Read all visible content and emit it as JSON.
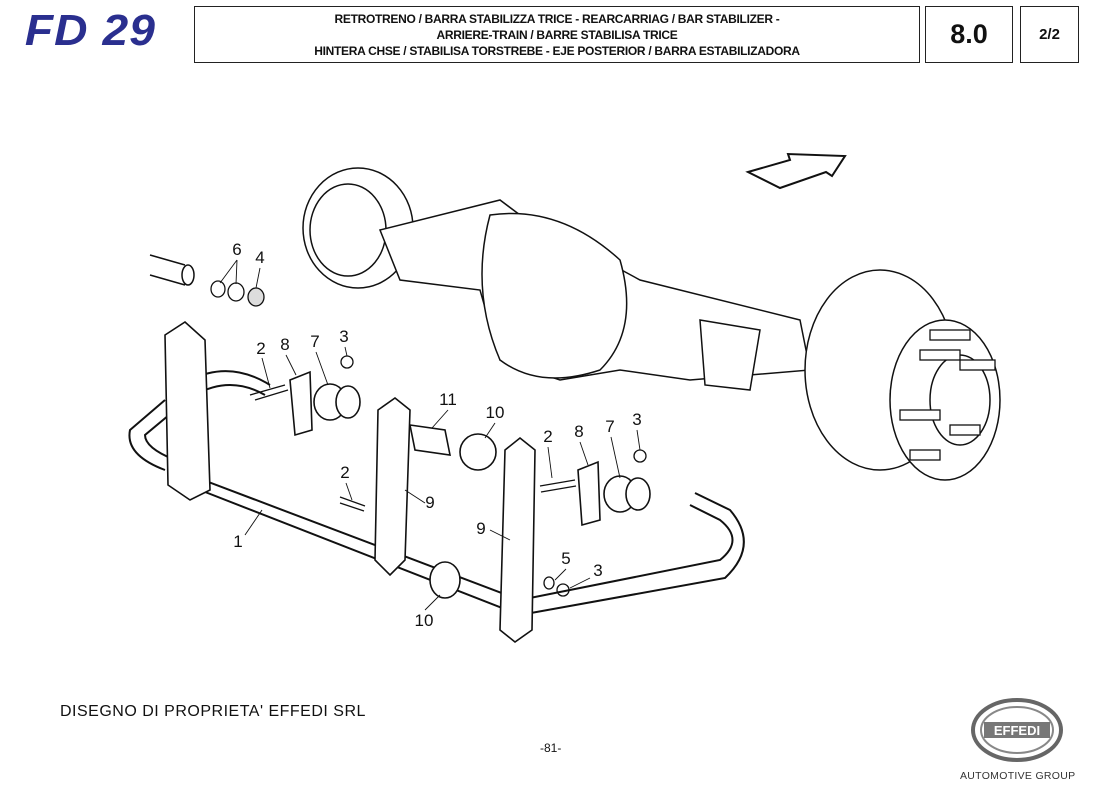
{
  "header": {
    "model_code": "FD 29",
    "title_lines": [
      "RETROTRENO / BARRA STABILIZZA TRICE - REARCARRIAG / BAR STABILIZER -",
      "ARRIERE-TRAIN / BARRE STABILISA TRICE",
      "HINTERA CHSE / STABILISA TORSTREBE - EJE POSTERIOR / BARRA ESTABILIZADORA"
    ],
    "section": "8.0",
    "page_of": "2/2"
  },
  "callouts": [
    "6",
    "4",
    "2",
    "8",
    "7",
    "3",
    "11",
    "10",
    "2",
    "8",
    "7",
    "3",
    "2",
    "9",
    "9",
    "1",
    "5",
    "3",
    "10"
  ],
  "footer": {
    "ownership": "DISEGNO DI PROPRIETA' EFFEDI SRL",
    "page_number": "-81-",
    "logo_text": "EFFEDI",
    "group": "AUTOMOTIVE GROUP"
  },
  "colors": {
    "brand_blue": "#2a2f8f"
  }
}
